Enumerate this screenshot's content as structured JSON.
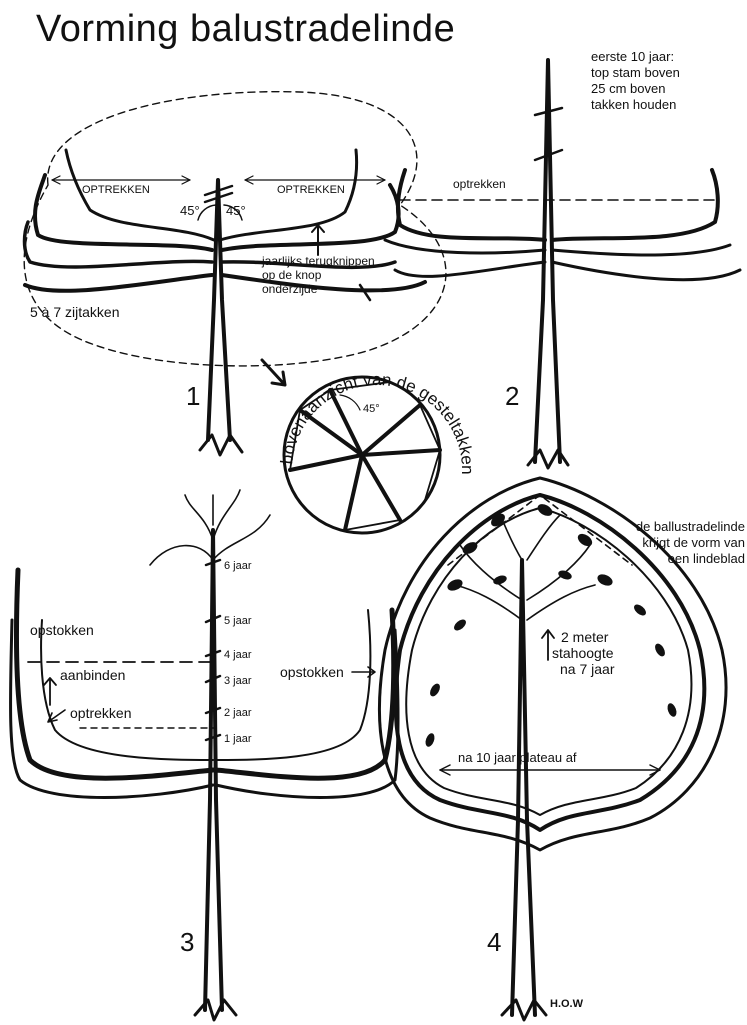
{
  "title": "Vorming balustradelinde",
  "panels": {
    "p1": {
      "number": "1",
      "pull_label_left": "OPTREKKEN",
      "pull_label_right": "OPTREKKEN",
      "angle_left": "45°",
      "angle_right": "45°",
      "prune_note": [
        "jaarlijks terugknippen",
        "op de knop",
        "onderzijde"
      ],
      "branches_note": "5 à 7 zijtakken"
    },
    "top_view": {
      "caption": "bovenaanzicht van de gesteltakken",
      "angle": "45°"
    },
    "p2": {
      "number": "2",
      "top_note": [
        "eerste 10 jaar:",
        "top stam boven",
        "25 cm boven",
        "takken houden"
      ],
      "pull_label": "optrekken"
    },
    "p3": {
      "number": "3",
      "years": [
        "6 jaar",
        "5 jaar",
        "4 jaar",
        "3 jaar",
        "2 jaar",
        "1 jaar"
      ],
      "stake_left": "opstokken",
      "stake_right": "opstokken",
      "tie_label": "aanbinden",
      "pull_label": "optrekken"
    },
    "p4": {
      "number": "4",
      "shape_note": [
        "de ballustradelinde",
        "krijgt de vorm van",
        "een lindeblad"
      ],
      "height_note": [
        "2 meter",
        "stahoogte",
        "na 7 jaar"
      ],
      "plateau_note": "na 10 jaar plateau af"
    }
  },
  "signature": "H.O.W"
}
